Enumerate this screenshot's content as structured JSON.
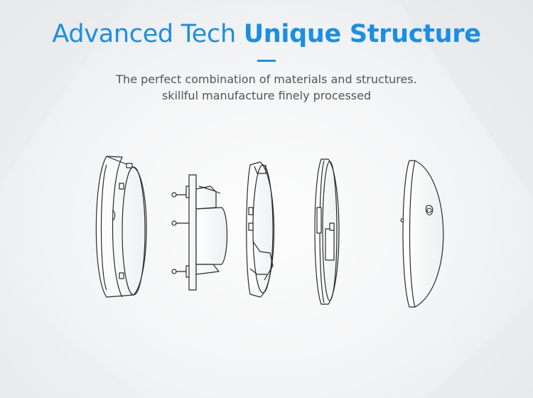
{
  "header": {
    "title_light": "Advanced Tech",
    "title_bold": "Unique Structure",
    "accent_color": "#1a8fe3",
    "subtitle_line1": "The perfect combination of materials and structures.",
    "subtitle_line2": "skillful manufacture finely processed"
  },
  "illustration": {
    "parts": [
      "base-cover",
      "circuit-board",
      "inner-frame",
      "middle-ring",
      "front-cover"
    ]
  }
}
